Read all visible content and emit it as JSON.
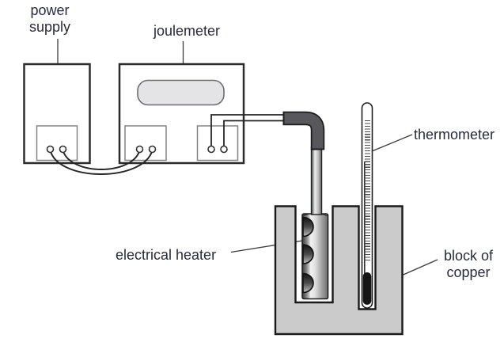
{
  "diagram": {
    "labels": {
      "power_supply": "power supply",
      "joulemeter": "joulemeter",
      "thermometer": "thermometer",
      "electrical_heater": "electrical heater",
      "block_of_copper": "block of copper"
    },
    "components": [
      "power-supply-box",
      "joulemeter-box",
      "joulemeter-display",
      "terminal-panel",
      "terminals",
      "connecting-wires",
      "heater-elbow-tube",
      "electrical-heater",
      "heater-element-coils",
      "thermometer",
      "thermometer-scale",
      "thermometer-bulb",
      "copper-block-with-two-wells"
    ],
    "colors": {
      "background": "#ffffff",
      "label_text": "#262b3d",
      "box_outline": "#2b2b2b",
      "panel_outline": "#828282",
      "display_fill": "#e4e4e6",
      "block_fill": "#cbcbcb",
      "elbow_fill": "#58585c",
      "bulb_fill": "#151515"
    }
  }
}
